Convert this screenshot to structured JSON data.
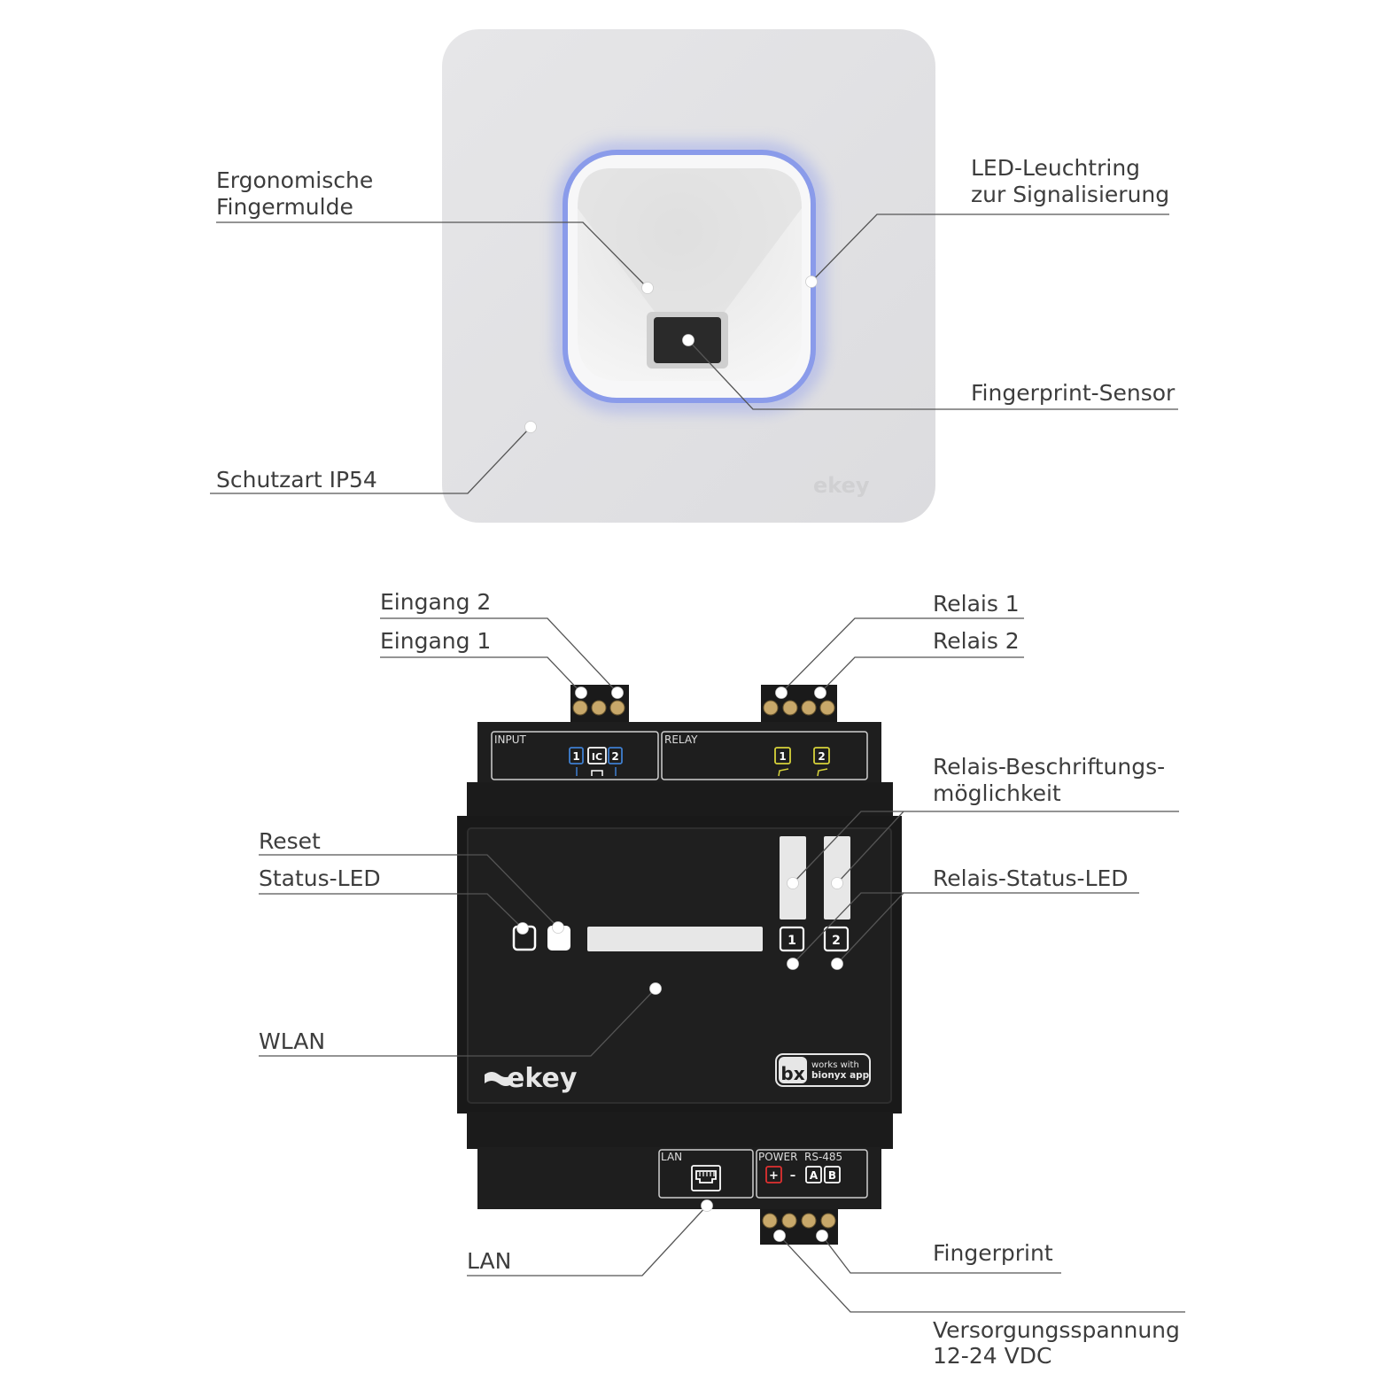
{
  "reader": {
    "brand": "ekey",
    "labels": {
      "finger_groove": [
        "Ergonomische",
        "Fingermulde"
      ],
      "led_ring": [
        "LED-Leuchtring",
        "zur Signalisierung"
      ],
      "sensor": "Fingerprint-Sensor",
      "protection": "Schutzart IP54"
    },
    "colors": {
      "plate": "#e2e2e4",
      "led": "#7d8fe6"
    }
  },
  "controller": {
    "brand": "ekey",
    "badge": [
      "works with",
      "bionyx app"
    ],
    "panel_labels": {
      "input": "INPUT",
      "relay": "RELAY",
      "lan": "LAN",
      "power": "POWER",
      "rs485": "RS-485"
    },
    "terminal_marks": {
      "input_1": "1",
      "input_ic": "IC",
      "input_2": "2",
      "relay_1": "1",
      "relay_2": "2",
      "led_1": "1",
      "led_2": "2",
      "plus": "+",
      "minus": "–",
      "a": "A",
      "b": "B"
    },
    "labels": {
      "eingang2": "Eingang 2",
      "eingang1": "Eingang 1",
      "relais1": "Relais 1",
      "relais2": "Relais 2",
      "relais_beschriftung": [
        "Relais-Beschriftungs-",
        "möglichkeit"
      ],
      "reset": "Reset",
      "status_led": "Status-LED",
      "relais_status_led": "Relais-Status-LED",
      "wlan": "WLAN",
      "lan": "LAN",
      "fingerprint": "Fingerprint",
      "versorgung": [
        "Versorgungsspannung",
        "12-24 VDC"
      ]
    },
    "colors": {
      "body": "#1c1c1c",
      "input_blue": "#3f7fd0",
      "relay_yellow": "#d6d23a",
      "plus_red": "#e03030"
    }
  }
}
